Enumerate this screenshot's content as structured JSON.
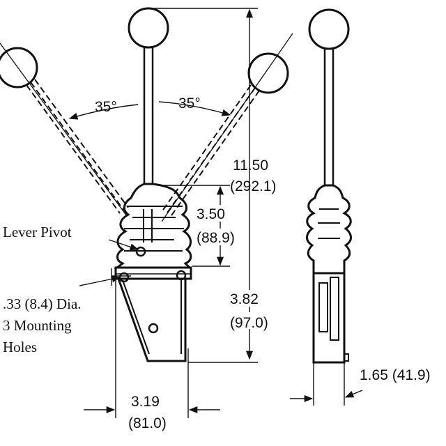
{
  "drawing": {
    "angle_left": "35°",
    "angle_right": "35°",
    "overall_height_in": "11.50",
    "overall_height_mm": "(292.1)",
    "boot_height_in": "3.50",
    "boot_height_mm": "(88.9)",
    "base_height_in": "3.82",
    "base_height_mm": "(97.0)",
    "width_in": "3.19",
    "width_mm": "(81.0)",
    "depth_label": "1.65 (41.9)",
    "pivot_label": "Lever Pivot",
    "holes_line1": ".33 (8.4) Dia.",
    "holes_line2": "3 Mounting",
    "holes_line3": "Holes"
  }
}
